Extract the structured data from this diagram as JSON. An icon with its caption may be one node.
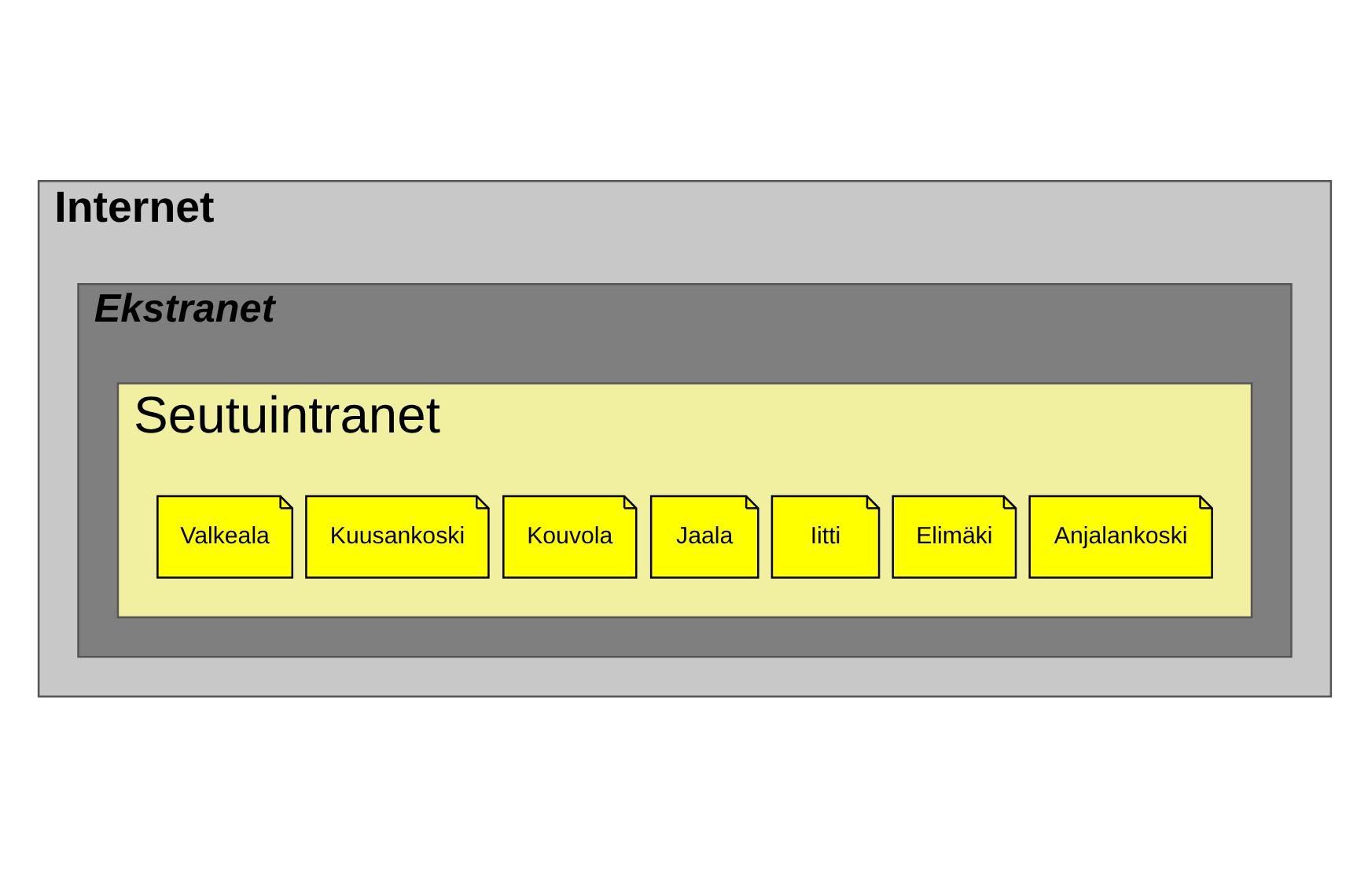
{
  "diagram": {
    "nodes": [
      {
        "text": [
          "Internet"
        ]
      },
      {
        "text": [
          "Ekstranet"
        ],
        "in": 0
      },
      {
        "text": [
          "Seutuintranet"
        ],
        "in": 1
      },
      {
        "text": [
          "Anjalankoski"
        ],
        "in": 2
      },
      {
        "text": [
          "Elimäki"
        ],
        "in": 2
      },
      {
        "text": [
          "Iitti"
        ],
        "in": 2
      },
      {
        "text": [
          "Jaala"
        ],
        "in": 2
      },
      {
        "text": [
          "Kouvola"
        ],
        "in": 2
      },
      {
        "text": [
          "Kuusankoski"
        ],
        "in": 2
      },
      {
        "text": [
          "Valkeala"
        ],
        "in": 2
      }
    ]
  }
}
